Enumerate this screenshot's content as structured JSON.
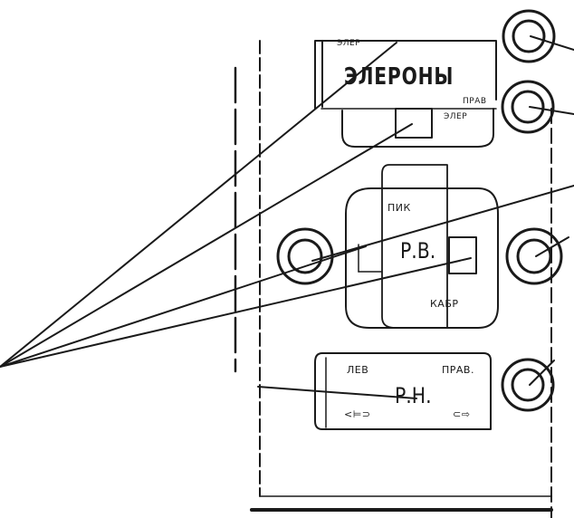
{
  "labels": {
    "top_cut": "ЭЛЕР",
    "aileron_title": "ЭЛЕРОНЫ",
    "aileron_right": "ПРАВ",
    "aileron_sub": "ЭЛЕР",
    "elevator_dive": "ПИК",
    "elevator_title": "Р.В.",
    "elevator_climb": "КАБР",
    "rudder_left": "ЛЕВ",
    "rudder_right": "ПРАВ.",
    "rudder_title": "Р.Н.",
    "rudder_left_arrow": "<⊨⊃",
    "rudder_right_arrow": "⊂⇨"
  },
  "colors": {
    "ink": "#1a1a1a",
    "paper": "#ffffff"
  }
}
